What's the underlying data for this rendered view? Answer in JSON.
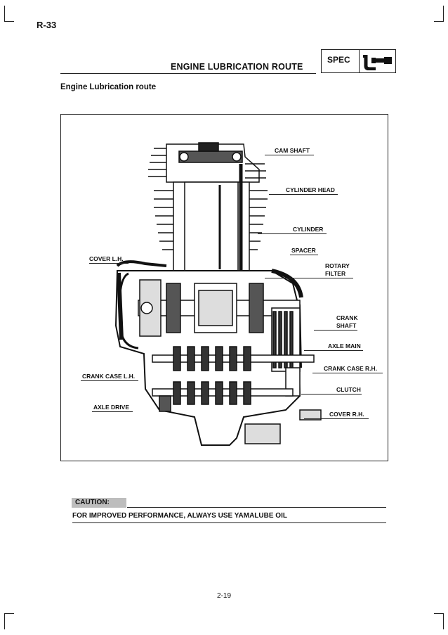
{
  "page_code": "R-33",
  "header": {
    "title": "ENGINE LUBRICATION ROUTE",
    "spec_label": "SPEC",
    "spec_icon": "micrometer-icon"
  },
  "section_title": "Engine Lubrication route",
  "figure": {
    "labels": {
      "cam_shaft": "CAM SHAFT",
      "cylinder_head": "CYLINDER HEAD",
      "cylinder": "CYLINDER",
      "spacer": "SPACER",
      "cover_lh": "COVER L.H.",
      "rotary_filter_1": "ROTARY",
      "rotary_filter_2": "FILTER",
      "crank_shaft_1": "CRANK",
      "crank_shaft_2": "SHAFT",
      "axle_main": "AXLE MAIN",
      "crank_case_lh": "CRANK CASE L.H.",
      "crank_case_rh": "CRANK CASE R.H.",
      "clutch": "CLUTCH",
      "axle_drive": "AXLE DRIVE",
      "cover_rh": "COVER R.H."
    }
  },
  "caution": {
    "label": "CAUTION:",
    "text": "FOR IMPROVED PERFORMANCE, ALWAYS USE YAMALUBE OIL"
  },
  "page_number": "2-19"
}
